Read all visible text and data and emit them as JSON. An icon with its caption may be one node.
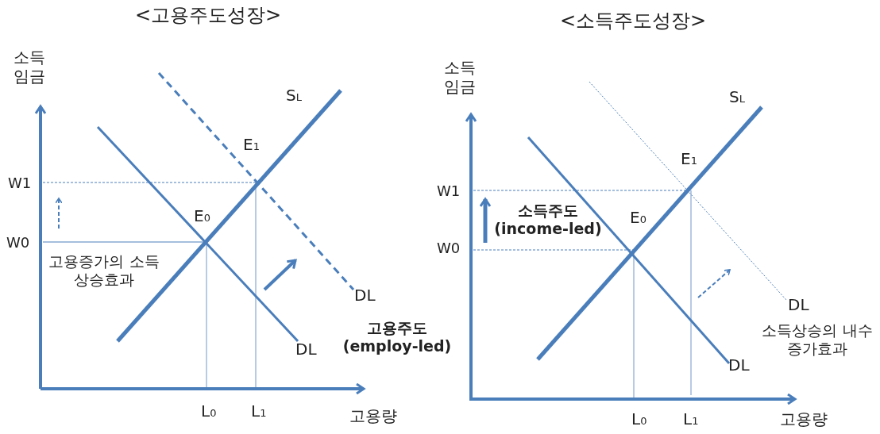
{
  "diagram": {
    "labels": [
      "<고용주도성장>",
      "<소득주도성장>",
      "소득 임금",
      "S$_{L}$",
      "E$_{1}$",
      "W1",
      "E$_{0}$",
      "W0",
      "고용증가의 소득상승효과",
      "DL",
      "고용주도 (employ-led)",
      "DL",
      "L$_{0}$",
      "L$_{1}$",
      "고용량",
      "소득 임금",
      "S$_{L}$",
      "E$_{1}$",
      "W1",
      "소득주도 (income-led)",
      "E$_{0}$",
      "W0",
      "DL",
      "소득상승의 내수증가효과",
      "DL",
      "L$_{0}$",
      "L$_{1}$",
      "고용량"
    ]
  }
}
